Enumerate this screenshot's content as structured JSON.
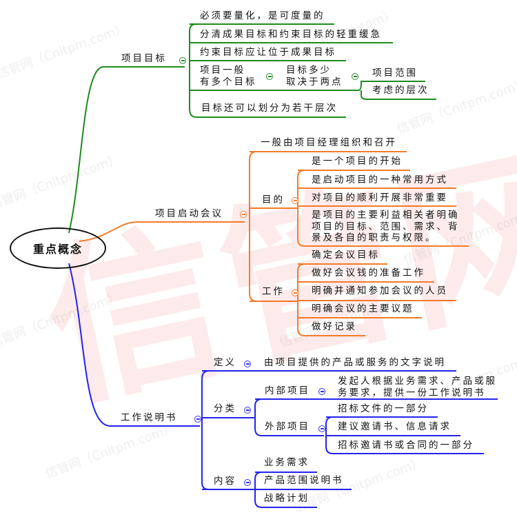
{
  "watermark": {
    "big": "信管网",
    "small": "信管网（Cnitpm.com）"
  },
  "colors": {
    "goal": "#1e8a1e",
    "meeting": "#f47a2a",
    "sow": "#2222ee"
  },
  "root": "重点概念",
  "goal": {
    "label": "项目目标",
    "items": [
      "必须要量化，是可度量的",
      "分清成果目标和约束目标的轻重缓急",
      "约束目标应让位于成果目标",
      "项目一般\n有多个目标",
      "目标还可以划分为若干层次"
    ],
    "sub": {
      "label": "目标多少\n取决于两点",
      "items": [
        "项目范围",
        "考虑的层次"
      ]
    }
  },
  "meeting": {
    "label": "项目启动会议",
    "organizer": "一般由项目经理组织和召开",
    "purpose": {
      "label": "目的",
      "items": [
        "是一个项目的开始",
        "是启动项目的一种常用方式",
        "对项目的顺利开展非常重要",
        "是项目的主要利益相关者明确\n项目的目标、范围、需求、背\n景及各自的职责与权限。"
      ]
    },
    "work": {
      "label": "工作",
      "items": [
        "确定会议目标",
        "做好会议钱的准备工作",
        "明确并通知参加会议的人员",
        "明确会议的主要议题",
        "做好记录"
      ]
    }
  },
  "sow": {
    "label": "工作说明书",
    "definition": {
      "label": "定义",
      "text": "由项目提供的产品或服务的文字说明"
    },
    "category": {
      "label": "分类",
      "internal": {
        "label": "内部项目",
        "text": "发起人根据业务需求、产品或服\n务要求，提供一份工作说明书"
      },
      "external": {
        "label": "外部项目",
        "items": [
          "招标文件的一部分",
          "建议邀请书、信息请求",
          "招标邀请书或合同的一部分"
        ]
      }
    },
    "content": {
      "label": "内容",
      "items": [
        "业务需求",
        "产品范围说明书",
        "战略计划"
      ]
    }
  }
}
